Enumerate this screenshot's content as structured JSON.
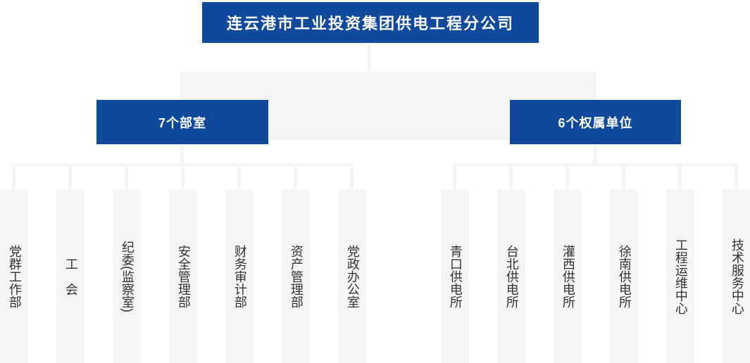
{
  "org_chart": {
    "root": "连云港市工业投资集团供电工程分公司",
    "groups": [
      {
        "label": "7个部室",
        "children": [
          "党群工作部",
          "工　会",
          "纪委(监察室)",
          "安全管理部",
          "财务审计部",
          "资产管理部",
          "党政办公室"
        ]
      },
      {
        "label": "6个权属单位",
        "children": [
          "青口供电所",
          "台北供电所",
          "灌西供电所",
          "徐南供电所",
          "工程运维中心",
          "技术服务中心"
        ]
      }
    ],
    "colors": {
      "node_blue": "#11499c",
      "connector_gray": "#f4f4f4",
      "leaf_text": "#333333"
    }
  }
}
